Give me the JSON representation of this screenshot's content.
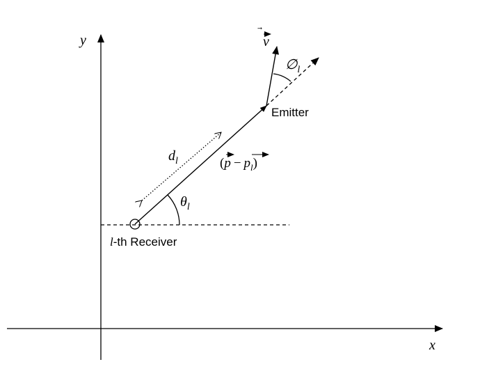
{
  "axes": {
    "x_label": "x",
    "y_label": "y"
  },
  "receiver": {
    "label_prefix": "l",
    "label_suffix": "-th Receiver"
  },
  "emitter": {
    "label": "Emitter"
  },
  "vector_v": {
    "label": "v"
  },
  "angles": {
    "theta_base": "θ",
    "theta_sub": "l",
    "phi_base": "∅",
    "phi_sub": "l"
  },
  "distance": {
    "base": "d",
    "sub": "l"
  },
  "position_vector": {
    "open": "(",
    "p": "p",
    "minus": "−",
    "p_l": "p",
    "p_l_sub": "l",
    "close": ")"
  },
  "colors": {
    "stroke": "#000000",
    "background": "#ffffff"
  }
}
